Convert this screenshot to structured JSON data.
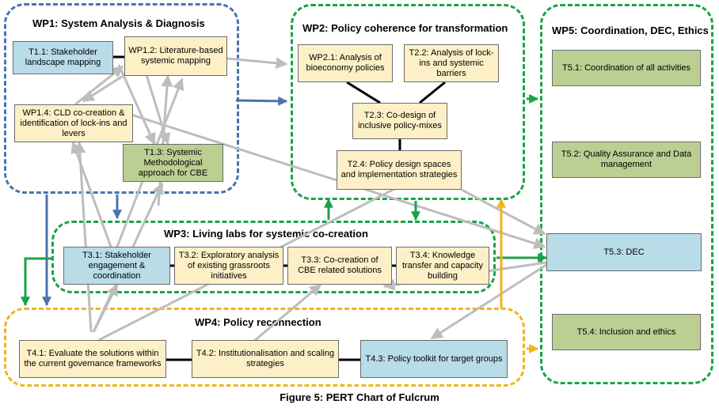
{
  "caption": "Figure 5: PERT Chart of Fulcrum",
  "work_packages": {
    "wp1": {
      "title": "WP1: System Analysis & Diagnosis",
      "color": "#4a74ad"
    },
    "wp2": {
      "title": "WP2: Policy coherence for transformation",
      "color": "#19a347"
    },
    "wp3": {
      "title": "WP3: Living labs for systemic co-creation",
      "color": "#19a347"
    },
    "wp4": {
      "title": "WP4: Policy reconnection",
      "color": "#f0b41c"
    },
    "wp5": {
      "title": "WP5: Coordination, DEC, Ethics",
      "color": "#19a347"
    }
  },
  "tasks": {
    "t11": "T1.1: Stakeholder landscape mapping",
    "t12": "WP1.2: Literature-based systemic mapping",
    "t14": "WP1.4: CLD co-creation & identification of lock-ins and levers",
    "t13": "T1.3: Systemic Methodological approach for CBE",
    "t21": "WP2.1: Analysis of bioeconomy policies",
    "t22": "T2.2: Analysis of lock-ins and systemic barriers",
    "t23": "T2.3: Co-design of inclusive policy-mixes",
    "t24": "T2.4: Policy design spaces and implementation strategies",
    "t31": "T3.1: Stakeholder engagement & coordination",
    "t32": "T3.2: Exploratory analysis of existing grassroots initiatives",
    "t33": "T3.3: Co-creation of CBE related solutions",
    "t34": "T3.4: Knowledge transfer and capacity building",
    "t41": "T4.1: Evaluate the solutions within the current governance frameworks",
    "t42": "T4.2: Institutionalisation and scaling strategies",
    "t43": "T4.3: Policy toolkit for target groups",
    "t51": "T5.1: Coordination of all activities",
    "t52": "T5.2: Quality Assurance and Data management",
    "t53": "T5.3: DEC",
    "t54": "T5.4: Inclusion and ethics"
  },
  "colors": {
    "blue_task": "#b8dce8",
    "cream_task": "#fdf0c7",
    "green_task": "#bccf92",
    "grey_link": "#bdbdbd"
  }
}
